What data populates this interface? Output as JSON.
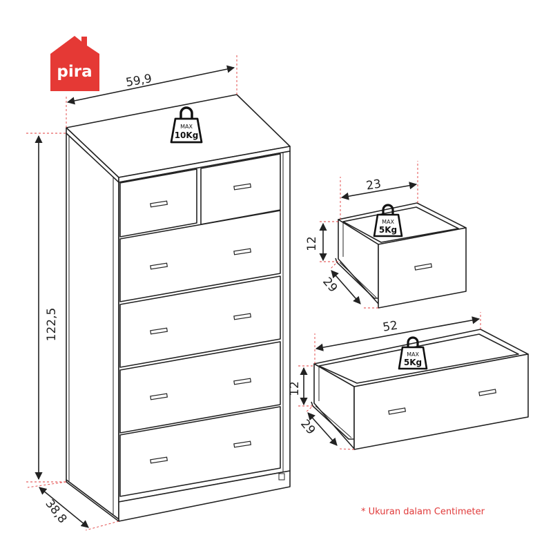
{
  "brand": {
    "logo_text": "pira",
    "color": "#e53935"
  },
  "dimensions": {
    "width": "59,9",
    "height": "122,5",
    "depth": "38,8",
    "small_drawer_width": "23",
    "small_drawer_height": "12",
    "small_drawer_depth": "29",
    "large_drawer_width": "52",
    "large_drawer_height": "12",
    "large_drawer_depth": "29"
  },
  "weights": {
    "top": {
      "max_label": "MAX",
      "value": "10Kg"
    },
    "small_drawer": {
      "max_label": "MAX",
      "value": "5Kg"
    },
    "large_drawer": {
      "max_label": "MAX",
      "value": "5Kg"
    }
  },
  "note": "* Ukuran dalam Centimeter",
  "colors": {
    "line": "#222222",
    "extension": "#e03a3a",
    "note": "#e03a3a"
  }
}
